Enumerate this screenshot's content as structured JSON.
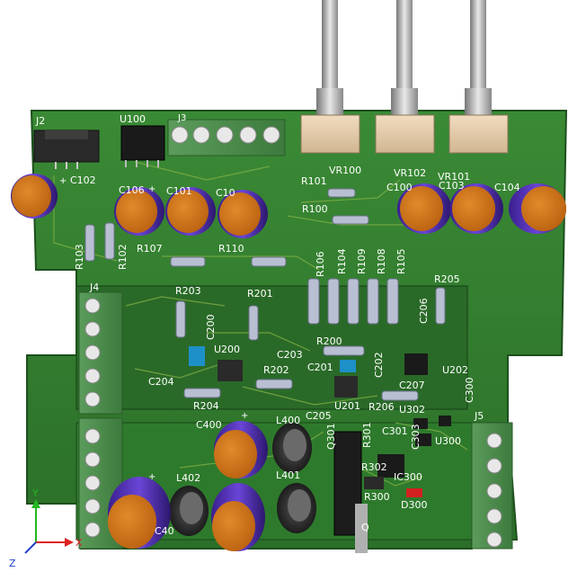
{
  "viewer": {
    "background": "#ffffff",
    "board_color": "#2f7a2f",
    "axis_labels": {
      "x": "X",
      "y": "Y",
      "z": "Z"
    }
  },
  "components": {
    "j2": "J2",
    "u100": "U100",
    "j3": "J3",
    "vr100": "VR100",
    "vr102": "VR102",
    "vr101": "VR101",
    "c102": "C102",
    "c106": "C106",
    "c101": "C101",
    "c10x": "C10",
    "r103": "R103",
    "r102": "R102",
    "r107": "R107",
    "r110": "R110",
    "r101": "R101",
    "r100": "R100",
    "c100": "C100",
    "c103": "C103",
    "c104": "C104",
    "r106": "R106",
    "r104": "R104",
    "r109": "R109",
    "r108": "R108",
    "r105": "R105",
    "j4": "J4",
    "r203": "R203",
    "r201": "R201",
    "c200": "C200",
    "u200": "U200",
    "c203": "C203",
    "c204": "C204",
    "r202": "R202",
    "r204": "R204",
    "r200": "R200",
    "c201": "C201",
    "c202": "C202",
    "u201": "U201",
    "c205": "C205",
    "r206": "R206",
    "u302": "U302",
    "c207": "C207",
    "r205": "R205",
    "c206": "C206",
    "u202": "U202",
    "c300": "C300",
    "j5": "J5",
    "c400": "C400",
    "l400": "L400",
    "l401": "L401",
    "l402": "L402",
    "c40x": "C40",
    "q301": "Q301",
    "r301": "R301",
    "c301": "C301",
    "u300": "U300",
    "c303": "C303",
    "r302": "R302",
    "ic300": "IC300",
    "d300": "D300",
    "r300": "R300",
    "qx": "Q"
  }
}
